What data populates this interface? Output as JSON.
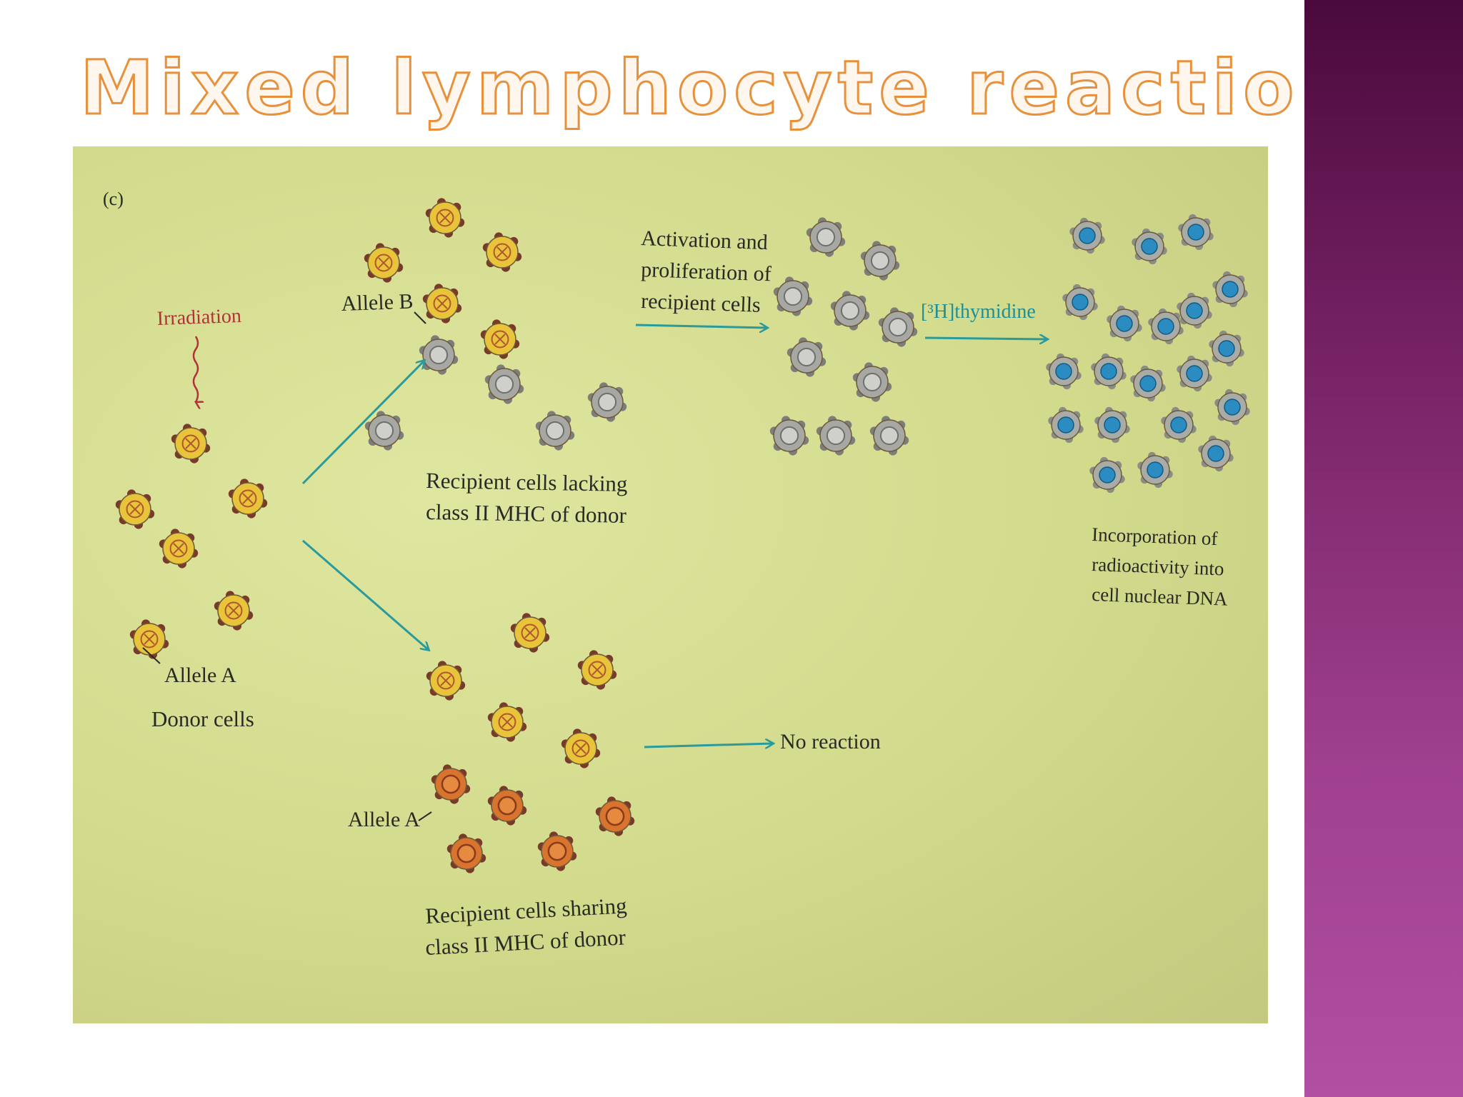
{
  "slide": {
    "title": "Mixed lymphocyte reaction",
    "colors": {
      "title_fill": "#fff7ee",
      "title_stroke": "#e8913c",
      "sidebar_top": "#4a0a3c",
      "sidebar_bottom": "#b14fa3",
      "photo_bg": "#d8df94"
    }
  },
  "diagram": {
    "panel_label": "(c)",
    "irradiation": "Irradiation",
    "allele_b": "Allele B",
    "allele_a_donor": "Allele A",
    "donor_cells": "Donor cells",
    "lacking_line1": "Recipient cells lacking",
    "lacking_line2": "class II MHC of donor",
    "activation_line1": "Activation and",
    "activation_line2": "proliferation of",
    "activation_line3": "recipient cells",
    "thymidine": "[³H]thymidine",
    "incorporation_line1": "Incorporation of",
    "incorporation_line2": "radioactivity into",
    "incorporation_line3": "cell nuclear DNA",
    "no_reaction": "No reaction",
    "allele_a_recipient": "Allele A",
    "sharing_line1": "Recipient cells sharing",
    "sharing_line2": "class II MHC of donor",
    "cell_colors": {
      "donor": "#e8c43a",
      "recipient_grey": "#a7a7a4",
      "recipient_orange": "#d9742e",
      "labeled_blue": "#2a8cc0",
      "arrow": "#2a9a9a",
      "spike": "#7a3a2a"
    }
  }
}
